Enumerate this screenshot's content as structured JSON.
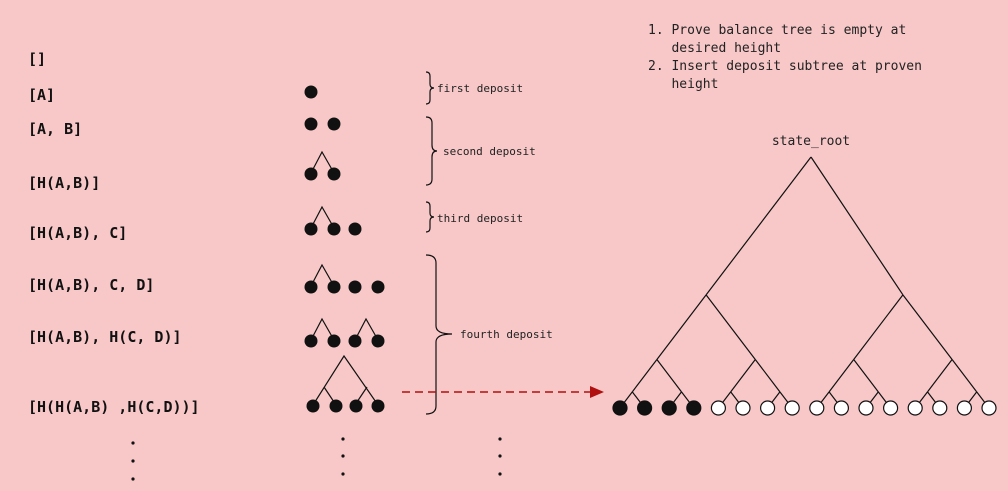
{
  "rows": [
    {
      "label": "[]"
    },
    {
      "label": "[A]"
    },
    {
      "label": "[A, B]"
    },
    {
      "label": "[H(A,B)]"
    },
    {
      "label": "[H(A,B), C]"
    },
    {
      "label": "[H(A,B), C, D]"
    },
    {
      "label": "[H(A,B), H(C, D)]"
    },
    {
      "label": "[H(H(A,B) ,H(C,D))]"
    }
  ],
  "deposits": [
    {
      "label": "first deposit"
    },
    {
      "label": "second deposit"
    },
    {
      "label": "third deposit"
    },
    {
      "label": "fourth deposit"
    }
  ],
  "notes": [
    {
      "line1": "1. Prove balance tree is empty at",
      "line2": "   desired height"
    },
    {
      "line1": "2. Insert deposit subtree at proven",
      "line2": "   height"
    }
  ],
  "tree": {
    "root_label": "state_root",
    "leaves": 16,
    "filled_leaves": 4
  },
  "colors": {
    "background": "#f8c8c8",
    "arrow": "#b01010",
    "filled": "#111111",
    "empty": "#ffffff"
  }
}
